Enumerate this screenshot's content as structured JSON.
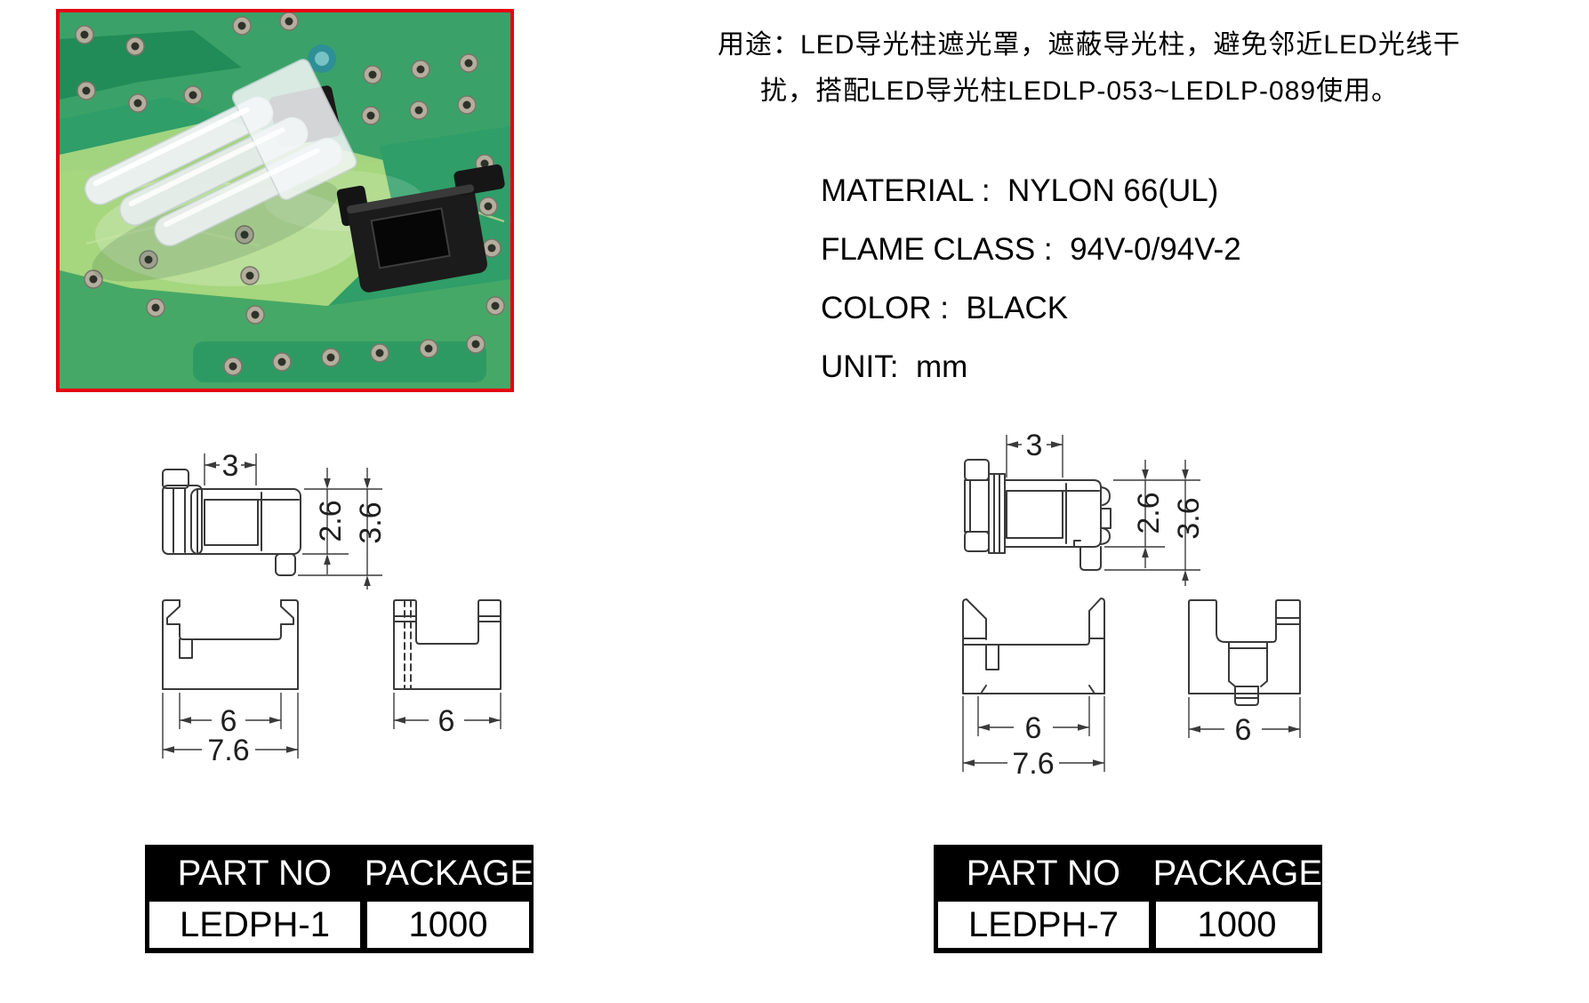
{
  "photo": {
    "description": "LED light pipe shade parts on green PCB",
    "border_color": "#e60012",
    "colors": {
      "pcb_light_green": "#7cbd58",
      "pcb_mid_green": "#3aa268",
      "pcb_dark_green": "#1f8a55",
      "bare_laminate": "#a9d781",
      "pad_ring": "#b5ae9e",
      "pad_hole": "#2d3229",
      "light_pipe": "#eef2f3",
      "shade_black": "#1b1b1b"
    }
  },
  "usage": {
    "line1": "用途：LED导光柱遮光罩，遮蔽导光柱，避免邻近LED光线干",
    "line2": "扰，搭配LED导光柱LEDLP-053~LEDLP-089使用。"
  },
  "specs": {
    "items": [
      {
        "label": "MATERIAL",
        "sep": " :  ",
        "value": "NYLON 66(UL)"
      },
      {
        "label": "FLAME CLASS",
        "sep": " :  ",
        "value": "94V-0/94V-2"
      },
      {
        "label": "COLOR",
        "sep": " :  ",
        "value": "BLACK"
      },
      {
        "label": "UNIT",
        "sep": ":  ",
        "value": "mm"
      }
    ]
  },
  "drawings": {
    "line_color": "#3a3a3a",
    "left": {
      "top_view": {
        "width": "3",
        "body_height": "2.6",
        "total_height": "3.6"
      },
      "front_view": {
        "inner_width": "6",
        "overall_width": "7.6"
      },
      "side_view": {
        "width": "6"
      }
    },
    "right": {
      "top_view": {
        "width": "3",
        "body_height": "2.6",
        "total_height": "3.6"
      },
      "front_view": {
        "inner_width": "6",
        "overall_width": "7.6"
      },
      "side_view": {
        "width": "6"
      }
    }
  },
  "tables": {
    "header_bg": "#000000",
    "header_fg": "#ffffff",
    "left": {
      "headers": [
        "PART NO",
        "PACKAGE"
      ],
      "rows": [
        [
          "LEDPH-1",
          "1000"
        ]
      ]
    },
    "right": {
      "headers": [
        "PART NO",
        "PACKAGE"
      ],
      "rows": [
        [
          "LEDPH-7",
          "1000"
        ]
      ]
    }
  }
}
